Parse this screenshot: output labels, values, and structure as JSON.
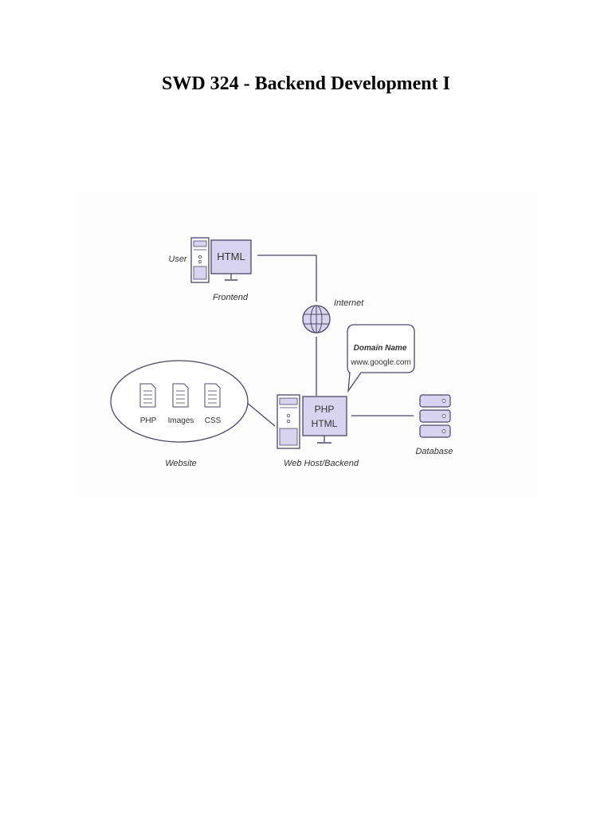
{
  "document": {
    "title": "SWD 324 - Backend Development I"
  },
  "diagram": {
    "user_label": "User",
    "frontend_screen": "HTML",
    "frontend_label": "Frontend",
    "internet_label": "Internet",
    "domain_callout_title": "Domain Name",
    "domain_callout_value": "www.google.com",
    "website_files": [
      "PHP",
      "Images",
      "CSS"
    ],
    "website_label": "Website",
    "backend_screen_line1": "PHP",
    "backend_screen_line2": "HTML",
    "backend_label": "Web Host/Backend",
    "database_label": "Database",
    "colors": {
      "stroke": "#4a4866",
      "fill": "#d8d3ef",
      "text": "#333333"
    }
  }
}
